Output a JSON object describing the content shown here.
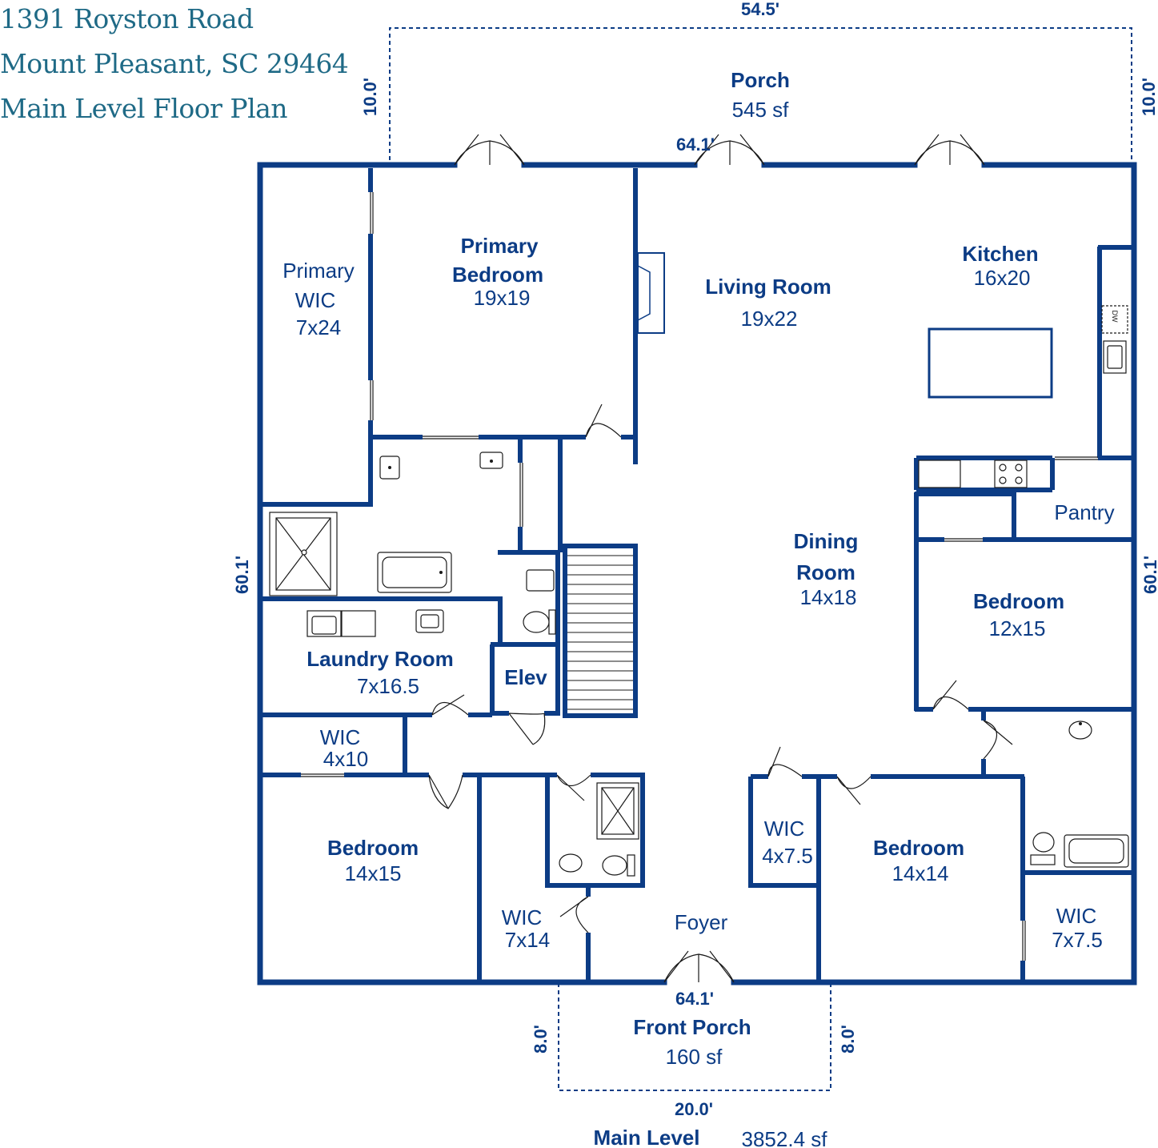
{
  "address": {
    "line1": "1391 Royston Road",
    "line2": "Mount Pleasant, SC 29464",
    "line3": "Main Level Floor Plan"
  },
  "dimensions": {
    "porch_width": "54.5'",
    "porch_depth_left": "10.0'",
    "porch_depth_right": "10.0'",
    "house_width_top": "64.1'",
    "house_depth_left": "60.1'",
    "house_depth_right": "60.1'",
    "house_width_bottom": "64.1'",
    "front_porch_depth_left": "8.0'",
    "front_porch_depth_right": "8.0'",
    "front_porch_width": "20.0'"
  },
  "rooms": {
    "porch": {
      "name": "Porch",
      "area": "545 sf"
    },
    "primary_wic": {
      "line1": "Primary",
      "line2": "WIC",
      "size": "7x24"
    },
    "primary_bedroom": {
      "line1": "Primary",
      "line2": "Bedroom",
      "size": "19x19"
    },
    "living_room": {
      "name": "Living Room",
      "size": "19x22"
    },
    "kitchen": {
      "name": "Kitchen",
      "size": "16x20"
    },
    "pantry": {
      "name": "Pantry"
    },
    "dining_room": {
      "line1": "Dining",
      "line2": "Room",
      "size": "14x18"
    },
    "bedroom_east": {
      "name": "Bedroom",
      "size": "12x15"
    },
    "laundry_room": {
      "name": "Laundry Room",
      "size": "7x16.5"
    },
    "elevator": {
      "name": "Elev"
    },
    "wic_4x10": {
      "name": "WIC",
      "size": "4x10"
    },
    "bedroom_sw": {
      "name": "Bedroom",
      "size": "14x15"
    },
    "wic_7x14": {
      "name": "WIC",
      "size": "7x14"
    },
    "foyer": {
      "name": "Foyer"
    },
    "wic_4x7_5": {
      "name": "WIC",
      "size": "4x7.5"
    },
    "bedroom_se": {
      "name": "Bedroom",
      "size": "14x14"
    },
    "wic_7x7_5": {
      "name": "WIC",
      "size": "7x7.5"
    },
    "front_porch": {
      "name": "Front Porch",
      "area": "160 sf"
    }
  },
  "fixtures": {
    "dishwasher": "DW"
  },
  "summary": {
    "level": "Main Level",
    "total_area": "3852.4 sf"
  }
}
